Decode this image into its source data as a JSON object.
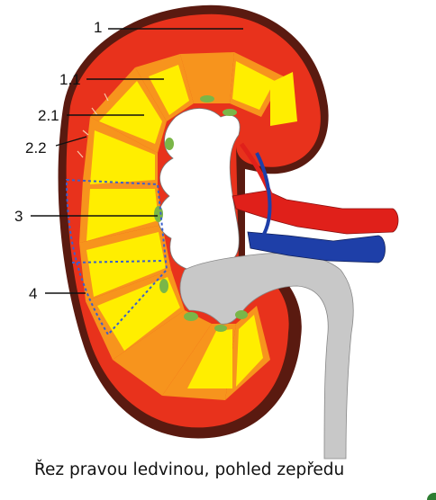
{
  "labels": [
    {
      "id": "1",
      "text": "1"
    },
    {
      "id": "1.1",
      "text": "1.1"
    },
    {
      "id": "2.1",
      "text": "2.1"
    },
    {
      "id": "2.2",
      "text": "2.2"
    },
    {
      "id": "3",
      "text": "3"
    },
    {
      "id": "4",
      "text": "4"
    }
  ],
  "caption": "Řez pravou ledvinou, pohled zepředu",
  "colors": {
    "capsule": "#5a1a10",
    "cortex": "#e8321c",
    "pyramid_outer": "#f7941d",
    "pyramid_inner": "#ffee00",
    "papilla": "#7ab648",
    "pelvis": "#c8c8c8",
    "artery": "#e0201a",
    "vein": "#1e3fa8",
    "lobe_outline": "#3a5fcd"
  }
}
